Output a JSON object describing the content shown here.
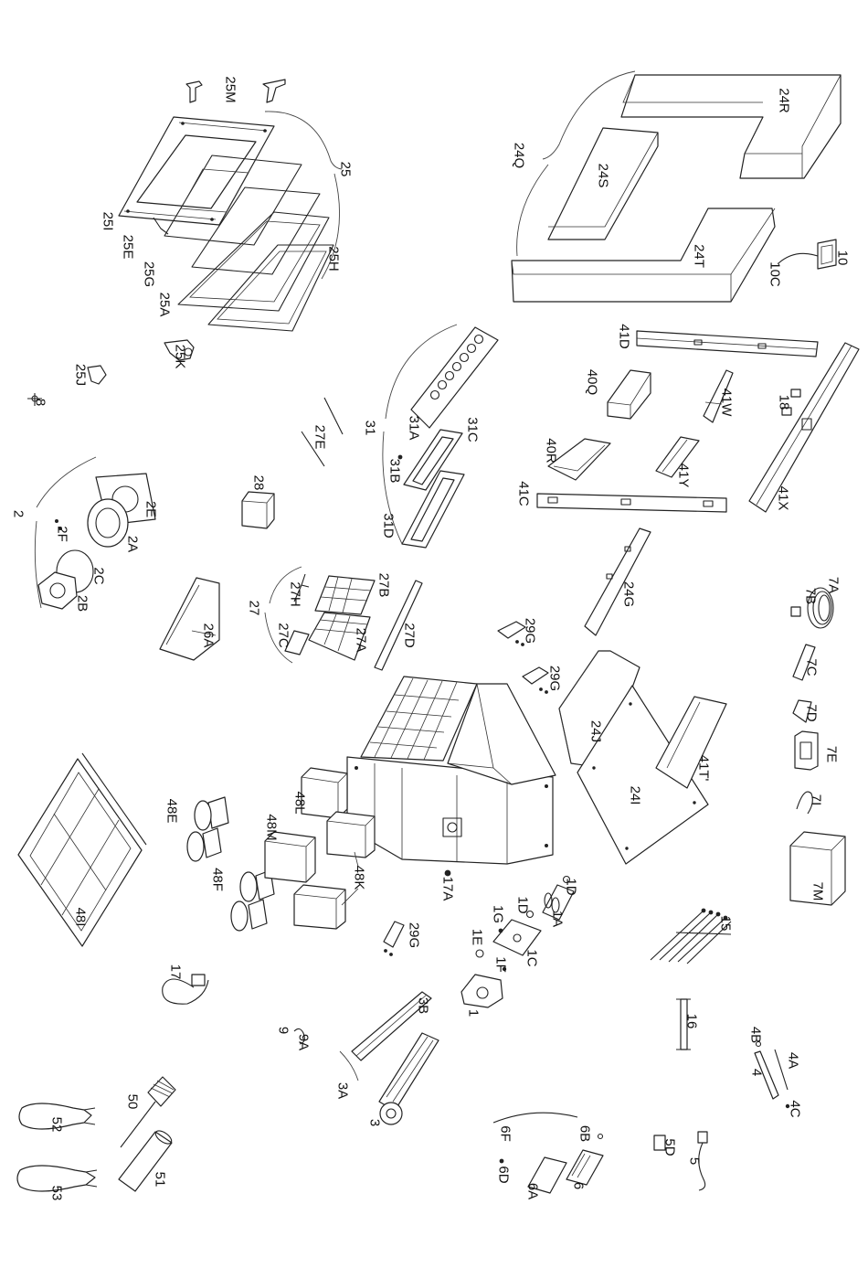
{
  "callouts": {
    "c25M": "25M",
    "c25": "25",
    "c25I": "25I",
    "c25E": "25E",
    "c25G": "25G",
    "c25A": "25A",
    "c25H": "25H",
    "c25K": "25K",
    "c25J": "25J",
    "c8": "8",
    "c24Q": "24Q",
    "c24R": "24R",
    "c24S": "24S",
    "c24T": "24T",
    "c10": "10",
    "c10C": "10C",
    "c41D": "41D",
    "c40Q": "40Q",
    "c41W": "41W",
    "c18": "18",
    "c31": "31",
    "c31A": "31A",
    "c31C": "31C",
    "c27E": "27E",
    "c31B": "31B",
    "c28": "28",
    "c40R": "40R",
    "c41Y": "41Y",
    "c41C": "41C",
    "c41X": "41X",
    "c2": "2",
    "c2E": "2E",
    "c2F": "2F",
    "c2A": "2A",
    "c2C": "2C",
    "c2B": "2B",
    "c31D": "31D",
    "c26A": "26A",
    "c27": "27",
    "c27H": "27H",
    "c27B": "27B",
    "c27C": "27C",
    "c27A": "27A",
    "c27D": "27D",
    "c24G": "24G",
    "c7A": "7A",
    "c7B": "7B",
    "c29G_1": "29G",
    "c29G_2": "29G",
    "c7C": "7C",
    "c24J": "24J",
    "c7D": "7D",
    "c41T": "41T'",
    "c7E": "7E",
    "c24I": "24I",
    "c7I": "7I",
    "c48L": "48L",
    "c48E": "48E",
    "c48M": "48M",
    "c48K": "48K",
    "c48F": "48F",
    "c17A": "17A",
    "c1D_1": "1D",
    "c1D_2": "1D",
    "c1A": "1A",
    "c1G": "1G",
    "c1E": "1E",
    "c1F": "1F",
    "c1C": "1C",
    "c1": "1",
    "c7M": "7M",
    "c48I": "48I",
    "c17": "17",
    "c29G_3": "29G",
    "c15": "15",
    "c3B": "3B",
    "c9": "9",
    "c9A": "9A",
    "c16": "16",
    "c4B": "4B",
    "c4A": "4A",
    "c4": "4",
    "c4C": "4C",
    "c3A": "3A",
    "c3": "3",
    "c50": "50",
    "c52": "52",
    "c53": "53",
    "c51": "51",
    "c6F": "6F",
    "c6B": "6B",
    "c6D": "6D",
    "c6A": "6A",
    "c6": "6",
    "c5D": "5D",
    "c5": "5"
  }
}
